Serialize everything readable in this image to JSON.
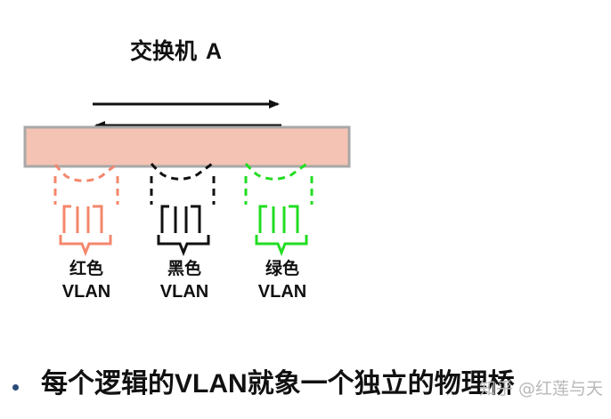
{
  "title": {
    "prefix": "交换机",
    "suffix": "A"
  },
  "vlans": [
    {
      "name_cn": "红色",
      "name_en": "VLAN",
      "color": "#f4876c"
    },
    {
      "name_cn": "黑色",
      "name_en": "VLAN",
      "color": "#111111"
    },
    {
      "name_cn": "绿色",
      "name_en": "VLAN",
      "color": "#22dd22"
    }
  ],
  "switch_bar": {
    "fill": "#f5c3b3",
    "border": "#a8a8a8"
  },
  "bullet": {
    "part1": "每个逻辑的",
    "part2": "VLAN",
    "part3": "就象一个独立的物理桥"
  },
  "watermark": "知乎 @红莲与天"
}
